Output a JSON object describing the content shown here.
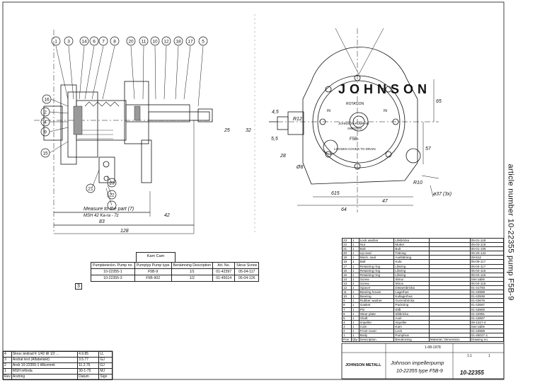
{
  "side_label": "article number 10-22355   pump F5B-9",
  "balloons": [
    "1",
    "3",
    "14",
    "6",
    "7",
    "8",
    "20",
    "11",
    "10",
    "12",
    "18",
    "17",
    "5",
    "16",
    "2",
    "4",
    "9",
    "15",
    "21",
    "23",
    "22"
  ],
  "logo": {
    "text": "JOHNSON",
    "plate_lines": [
      "ROTATION",
      "IN",
      "IN",
      "JOHNSON-PUMP AB",
      "SWEDEN",
      "F5B-",
      "LOOSEN COVER TO DRAIN"
    ]
  },
  "dims": {
    "left": {
      "measure_note_1": "Measure to the part (7)",
      "measure_note_2": "MSH 42 Ka-ra - 7z",
      "d42": "42",
      "d83": "83",
      "d128": "128"
    },
    "right": {
      "d65": "65",
      "d57": "57",
      "d5_5": "5,5",
      "d25": "25",
      "d32": "32",
      "r12": "R12",
      "r10": "R10",
      "d28": "28",
      "d47": "47",
      "d64": "64",
      "d4_5": "4,5",
      "d615": "615",
      "dia8": "Ø8",
      "phi_sym": "ø37 (3x)"
    }
  },
  "variant_table": {
    "header_top": "Kam Cam",
    "col_headers": [
      "Pumpbeteckn. Pump no.",
      "Pumptyp Pump type",
      "Benämning Description",
      "Art. No.",
      "Skruv Screw"
    ],
    "rows": [
      [
        "10-22355-1",
        "F5B-9",
        "1/1",
        "01-42397",
        "05-04-117"
      ],
      [
        "10-22355-3",
        "F5B-902",
        "1/2",
        "01-45014",
        "05-04-126"
      ]
    ],
    "rev_mark": "3"
  },
  "bom_rows": [
    [
      "23",
      "1",
      "Lock washer",
      "Låsbricka",
      "",
      "05-01-118"
    ],
    [
      "22",
      "1",
      "Nut",
      "Mutter",
      "",
      "05-03-118"
    ],
    [
      "21",
      "1",
      "Bolt",
      "Bult",
      "",
      "05-01-105"
    ],
    [
      "20",
      "1",
      "Lip seal",
      "Tätning",
      "",
      "05-20-122"
    ],
    [
      "19",
      "1",
      "Mech. seal",
      "Axeltätning",
      "",
      "09-812"
    ],
    [
      "18",
      "1",
      "Ball",
      "Kula",
      "",
      "05-09-117"
    ],
    [
      "17",
      "1",
      "Retaining ring",
      "Låsring",
      "",
      "05-04-117"
    ],
    [
      "16",
      "1",
      "Retaining ring",
      "Låsring",
      "",
      "05-04-116"
    ],
    [
      "15",
      "1",
      "Retaining ring",
      "Låsring",
      "",
      "05-04-115"
    ],
    [
      "14",
      "1",
      "Screw",
      "Skruv",
      "",
      "See table"
    ],
    [
      "13",
      "3",
      "Screw",
      "Skruv",
      "",
      "05-04-115"
    ],
    [
      "12",
      "1",
      "Spacer",
      "Distansbricka",
      "",
      "01-41793"
    ],
    [
      "11",
      "1",
      "Bearing house",
      "Lagerhus",
      "",
      "01-43998"
    ],
    [
      "10",
      "1",
      "Bearing",
      "Kullagerhus",
      "",
      "01-43936"
    ],
    [
      "9",
      "1",
      "Rubber washer",
      "Gummibricka",
      "",
      "01-43676"
    ],
    [
      "8",
      "1",
      "Gasket",
      "Packning",
      "",
      "01-43667"
    ],
    [
      "7",
      "1",
      "Pin",
      "Stift",
      "",
      "01-43900"
    ],
    [
      "6",
      "1",
      "Wear plate",
      "Slitbricka",
      "",
      "01-42991"
    ],
    [
      "5",
      "1",
      "Shaft",
      "Axel",
      "",
      "01-43897"
    ],
    [
      "4",
      "1",
      "Impeller",
      "Impeller",
      "",
      "09-1027-4"
    ],
    [
      "3",
      "1",
      "Cam",
      "Kam",
      "",
      "See table"
    ],
    [
      "2",
      "1",
      "Front cover",
      "Lock",
      "",
      "01-43988"
    ],
    [
      "1",
      "1",
      "Body",
      "Pumphus",
      "",
      "01-45027-1"
    ],
    [
      "Pos",
      "Qty",
      "Description",
      "Benämning",
      "Material / Dimension",
      "Drawing no."
    ]
  ],
  "title_block": {
    "company": "JOHNSON METALL",
    "title": "Johnson impellerpump",
    "subtitle": "10-22355 type F5B-9",
    "drawing_no": "10-22355",
    "date": "1-08-1978",
    "scale": "1:1",
    "sheet": "1"
  },
  "revisions": [
    [
      "4",
      "Skruv ändrad fr 1/42 till 1/2 ...",
      "4.9.85",
      "LL"
    ],
    [
      "3",
      "Ändrat text (Alfabetiskt)",
      "3.5.77",
      "GJ"
    ],
    [
      "2",
      "Ändr 10-22355-1 tillkommit",
      "11.2.76",
      "GJ"
    ],
    [
      "1",
      "MSH införda",
      "30-1-75",
      "MJ"
    ],
    [
      "Rev",
      "Ändring",
      "Datum",
      "Sign"
    ]
  ]
}
